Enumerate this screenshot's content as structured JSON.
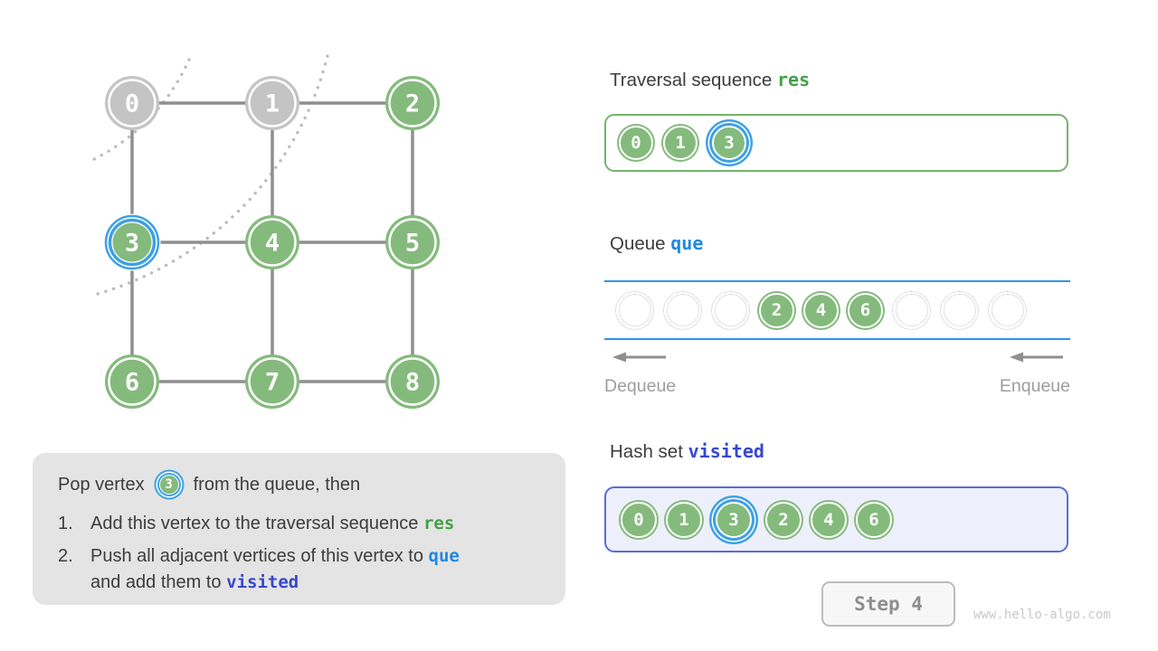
{
  "colors": {
    "node_green": "#85ba7d",
    "node_gray": "#c4c4c4",
    "highlight_blue": "#3da1e4",
    "res_green": "#43a047",
    "que_blue": "#1e88e5",
    "visited_indigo": "#3647d0",
    "queue_line_blue": "#2e97e8",
    "visited_box_bg": "#edf0fb",
    "explain_bg": "#e4e4e4"
  },
  "graph": {
    "nodes": [
      {
        "label": "0",
        "state": "gray"
      },
      {
        "label": "1",
        "state": "gray"
      },
      {
        "label": "2",
        "state": "green"
      },
      {
        "label": "3",
        "state": "current"
      },
      {
        "label": "4",
        "state": "green"
      },
      {
        "label": "5",
        "state": "green"
      },
      {
        "label": "6",
        "state": "green"
      },
      {
        "label": "7",
        "state": "green"
      },
      {
        "label": "8",
        "state": "green"
      }
    ],
    "edges": [
      [
        "0",
        "1"
      ],
      [
        "1",
        "2"
      ],
      [
        "3",
        "4"
      ],
      [
        "4",
        "5"
      ],
      [
        "6",
        "7"
      ],
      [
        "7",
        "8"
      ],
      [
        "0",
        "3"
      ],
      [
        "1",
        "4"
      ],
      [
        "2",
        "5"
      ],
      [
        "3",
        "6"
      ],
      [
        "4",
        "7"
      ],
      [
        "5",
        "8"
      ]
    ]
  },
  "explanation": {
    "pop_prefix": "Pop vertex",
    "pop_vertex": "3",
    "pop_suffix": "from the queue, then",
    "step1_num": "1.",
    "step1_text": "Add this vertex to the traversal sequence",
    "step1_code": "res",
    "step2_num": "2.",
    "step2_text": "Push all adjacent vertices of this vertex to",
    "step2_code": "que",
    "step2_text2": "and add them to",
    "step2_code2": "visited"
  },
  "sections": {
    "traversal": {
      "title": "Traversal sequence",
      "code": "res",
      "items": [
        {
          "v": "0"
        },
        {
          "v": "1"
        },
        {
          "v": "3",
          "current": true
        }
      ]
    },
    "queue": {
      "title": "Queue",
      "code": "que",
      "slots": [
        "",
        "",
        "",
        "2",
        "4",
        "6",
        "",
        "",
        ""
      ],
      "dequeue_label": "Dequeue",
      "enqueue_label": "Enqueue"
    },
    "hashset": {
      "title": "Hash set",
      "code": "visited",
      "items": [
        {
          "v": "0"
        },
        {
          "v": "1"
        },
        {
          "v": "3",
          "current": true
        },
        {
          "v": "2"
        },
        {
          "v": "4"
        },
        {
          "v": "6"
        }
      ]
    }
  },
  "footer": {
    "step_label": "Step 4",
    "watermark": "www.hello-algo.com"
  }
}
